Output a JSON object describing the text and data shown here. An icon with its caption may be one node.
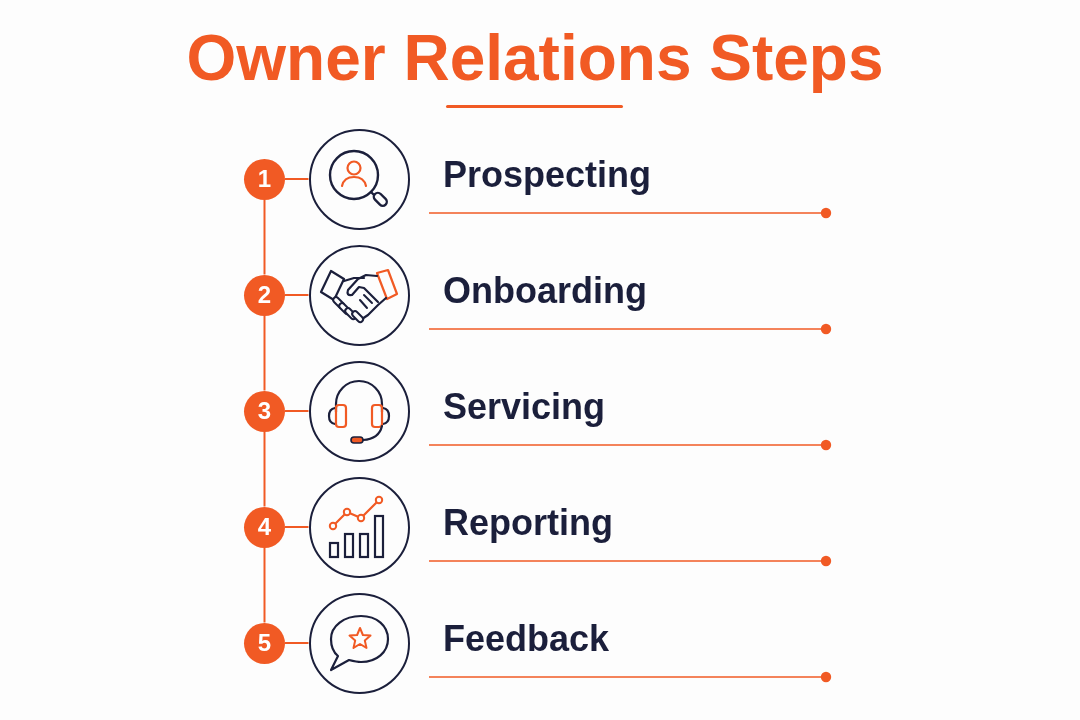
{
  "diagram": {
    "title": "Owner Relations Steps",
    "nodes": [
      {
        "text": [
          "1"
        ]
      },
      {
        "text": [],
        "shape": "circle",
        "beside": [
          "Prospecting"
        ]
      },
      {
        "text": [
          "2"
        ]
      },
      {
        "text": [],
        "shape": "circle",
        "beside": [
          "Onboarding"
        ]
      },
      {
        "text": [
          "3"
        ]
      },
      {
        "text": [],
        "shape": "circle",
        "beside": [
          "Servicing"
        ]
      },
      {
        "text": [
          "4"
        ]
      },
      {
        "text": [],
        "shape": "circle",
        "beside": [
          "Reporting"
        ]
      },
      {
        "text": [
          "5"
        ]
      },
      {
        "text": [],
        "shape": "circle",
        "beside": [
          "Feedback"
        ]
      }
    ],
    "edges": [
      {
        "from": 0,
        "to": 1,
        "arrow": "none"
      },
      {
        "from": 2,
        "to": 3,
        "arrow": "none"
      },
      {
        "from": 4,
        "to": 5,
        "arrow": "none"
      },
      {
        "from": 6,
        "to": 7,
        "arrow": "none"
      },
      {
        "from": 8,
        "to": 9,
        "arrow": "none"
      },
      {
        "from": 0,
        "to": 2,
        "arrow": "none"
      },
      {
        "from": 2,
        "to": 4,
        "arrow": "none"
      },
      {
        "from": 4,
        "to": 6,
        "arrow": "none"
      },
      {
        "from": 6,
        "to": 8,
        "arrow": "none"
      }
    ]
  }
}
